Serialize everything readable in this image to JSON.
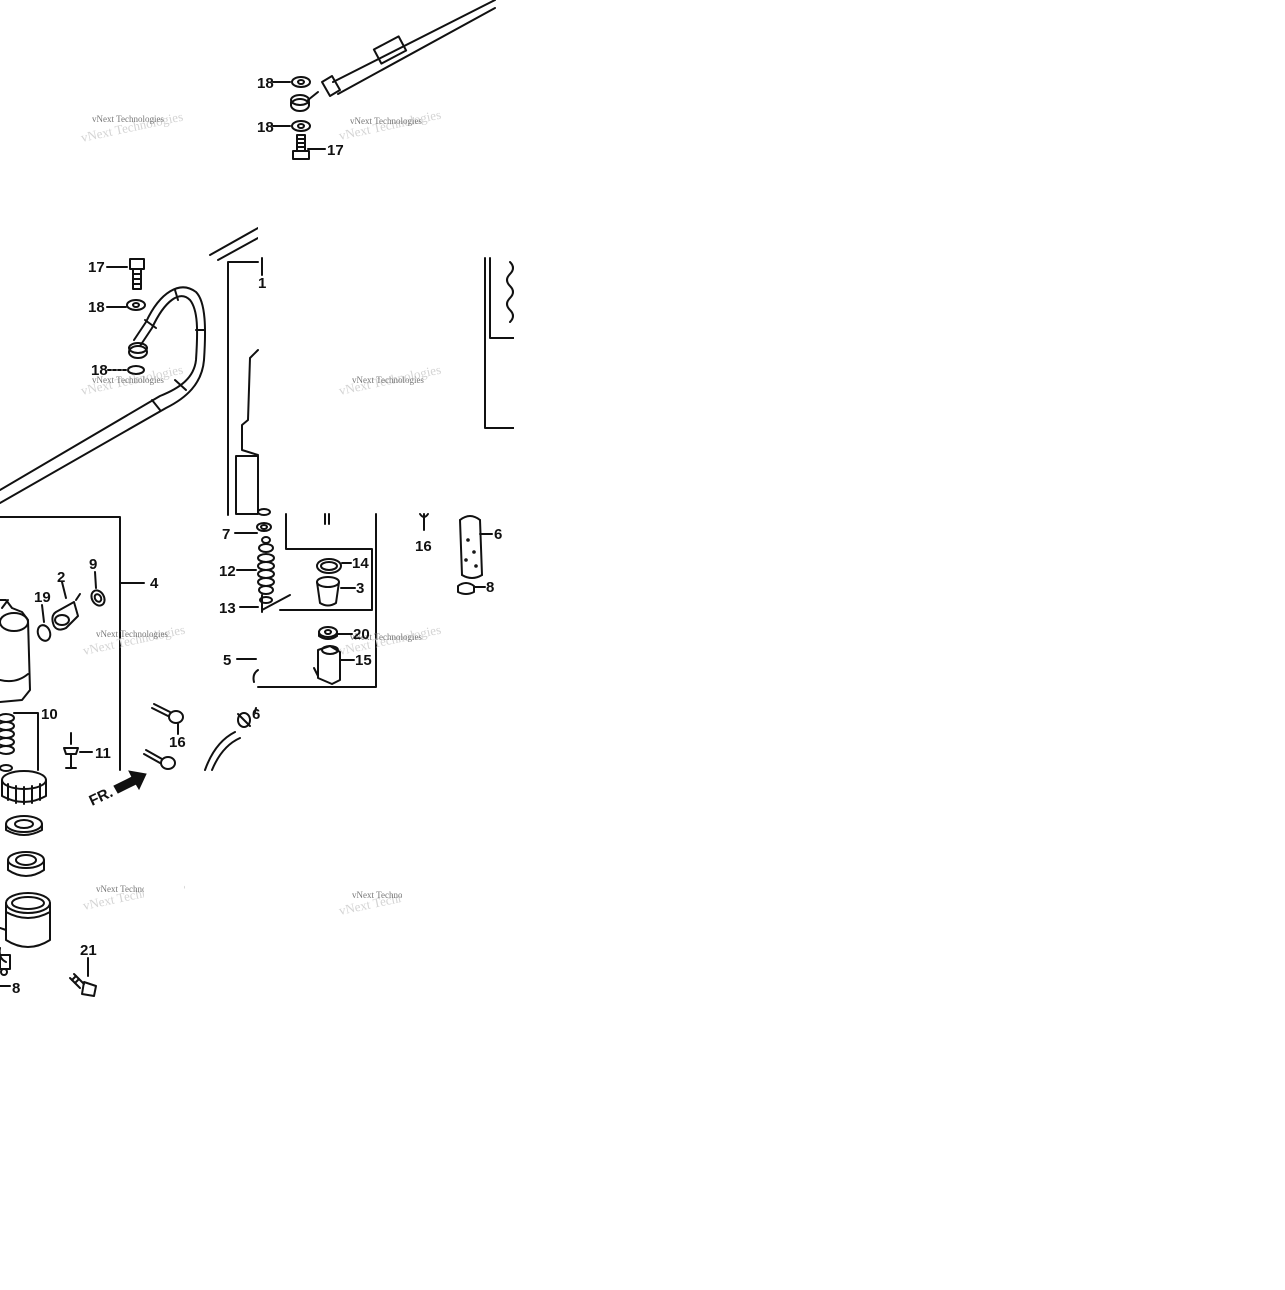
{
  "diagram": {
    "callouts": [
      "18",
      "18",
      "17",
      "17",
      "18",
      "18",
      "1",
      "7",
      "12",
      "13",
      "5",
      "16",
      "6",
      "8",
      "14",
      "3",
      "20",
      "15",
      "2",
      "9",
      "19",
      "4",
      "10",
      "11",
      "16",
      "21",
      "8",
      "6"
    ],
    "direction_label": "FR.",
    "watermark": {
      "line1": "vNext Technologies",
      "line2": "vNext Technologies"
    },
    "icons": [
      "washer-icon",
      "banjo-bolt-icon",
      "brake-hose-icon",
      "master-cylinder-icon",
      "reservoir-cap-icon",
      "clamp-icon",
      "direction-arrow-icon"
    ]
  }
}
